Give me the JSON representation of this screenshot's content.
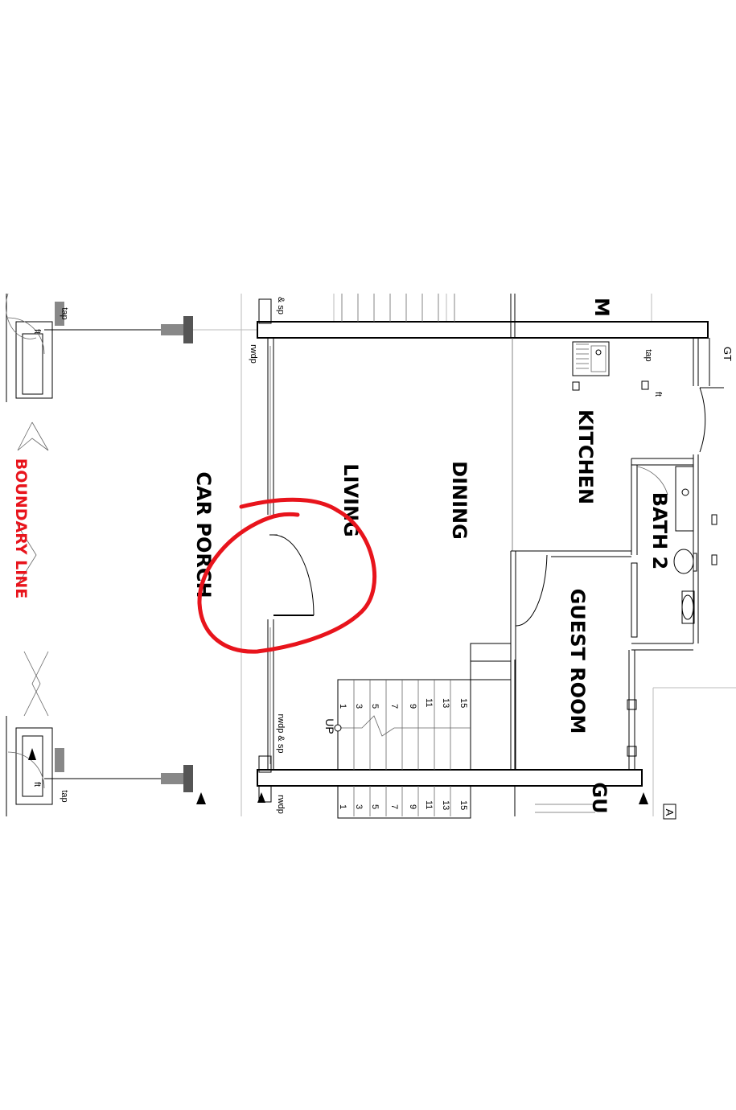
{
  "rooms": {
    "boundary": "BOUNDARY LINE",
    "car_porch": "CAR PORCH",
    "living": "LIVING",
    "dining": "DINING",
    "kitchen": "KITCHEN",
    "bath2": "BATH 2",
    "guest_room": "GUEST ROOM",
    "room_top_cut": "M",
    "guest_cut": "GU"
  },
  "annotations": {
    "tap": "tap",
    "ft": "ft",
    "rwdp": "rwdp",
    "rwdp_sp": "rwdp & sp",
    "sp_partial": "& sp",
    "gt": "GT",
    "up": "UP",
    "a_cut": "A"
  },
  "stair_numbers": [
    "1",
    "3",
    "5",
    "7",
    "9",
    "11",
    "13",
    "15"
  ],
  "colors": {
    "boundary_text": "#e8141c",
    "markup_circle": "#e8141c",
    "linework": "#000000",
    "column": "#555555"
  }
}
